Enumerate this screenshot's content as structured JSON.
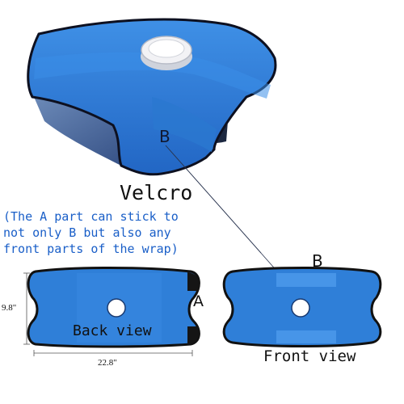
{
  "labels": {
    "velcro": "Velcro",
    "note_lines": [
      "(The A part can stick to",
      "not only B but also any",
      "front parts of the wrap)"
    ],
    "part_b_top": "B",
    "part_b_front": "B",
    "part_a": "A",
    "back_view": "Back view",
    "front_view": "Front view",
    "height_dim": "9.8\"",
    "width_dim": "22.8\""
  },
  "colors": {
    "wrap_blue": "#2f7fd8",
    "edge_black": "#111111",
    "note_blue": "#1a5fc8",
    "cap_white": "#f2f2f5"
  }
}
